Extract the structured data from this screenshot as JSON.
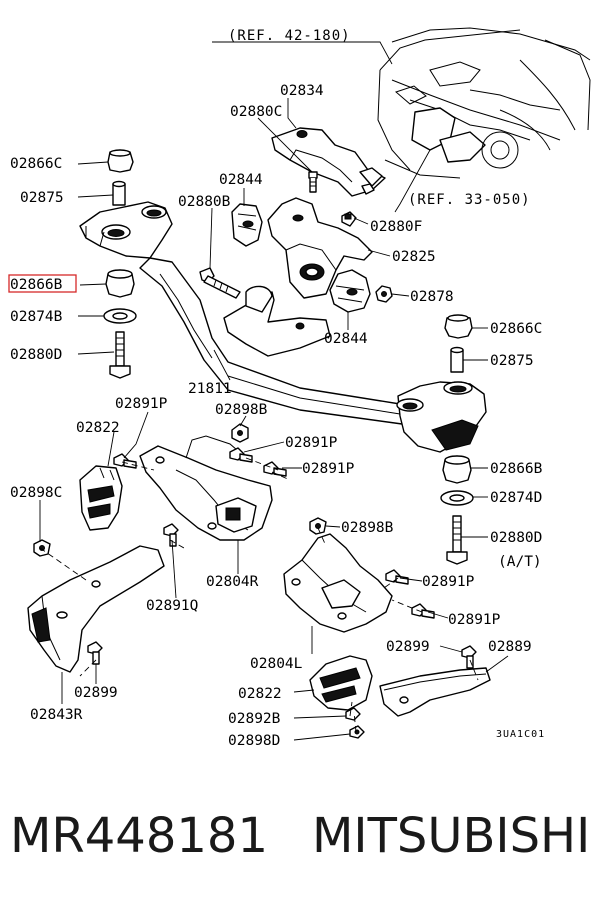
{
  "refs": {
    "ref1": "(REF. 42-180)",
    "ref2": "(REF. 33-050)"
  },
  "labels": {
    "l02834": "02834",
    "l02880C": "02880C",
    "l02866C_left": "02866C",
    "l02875_left": "02875",
    "l02844_top": "02844",
    "l02880B": "02880B",
    "l02880F": "02880F",
    "l02825": "02825",
    "l02866B_left": "02866B",
    "l02878": "02878",
    "l02874B": "02874B",
    "l02844_mid": "02844",
    "l02866C_right": "02866C",
    "l02880D_left": "02880D",
    "l02875_right": "02875",
    "l21811": "21811",
    "l02891P_a": "02891P",
    "l02898B_a": "02898B",
    "l02822_a": "02822",
    "l02891P_b": "02891P",
    "l02891P_c": "02891P",
    "l02866B_right": "02866B",
    "l02874D": "02874D",
    "l02898C": "02898C",
    "l02880D_right": "02880D",
    "at": "(A/T)",
    "l02898B_b": "02898B",
    "l02804R": "02804R",
    "l02891P_d": "02891P",
    "l02891Q": "02891Q",
    "l02891P_e": "02891P",
    "l02899_a": "02899",
    "l02889": "02889",
    "l02804L": "02804L",
    "l02899_b": "02899",
    "l02822_b": "02822",
    "l02843R": "02843R",
    "l02892B": "02892B",
    "l02898D": "02898D"
  },
  "diagram_code": "3UA1C01",
  "highlight_color": "#d62828",
  "footer": {
    "part_number": "MR448181",
    "brand": "MITSUBISHI"
  }
}
